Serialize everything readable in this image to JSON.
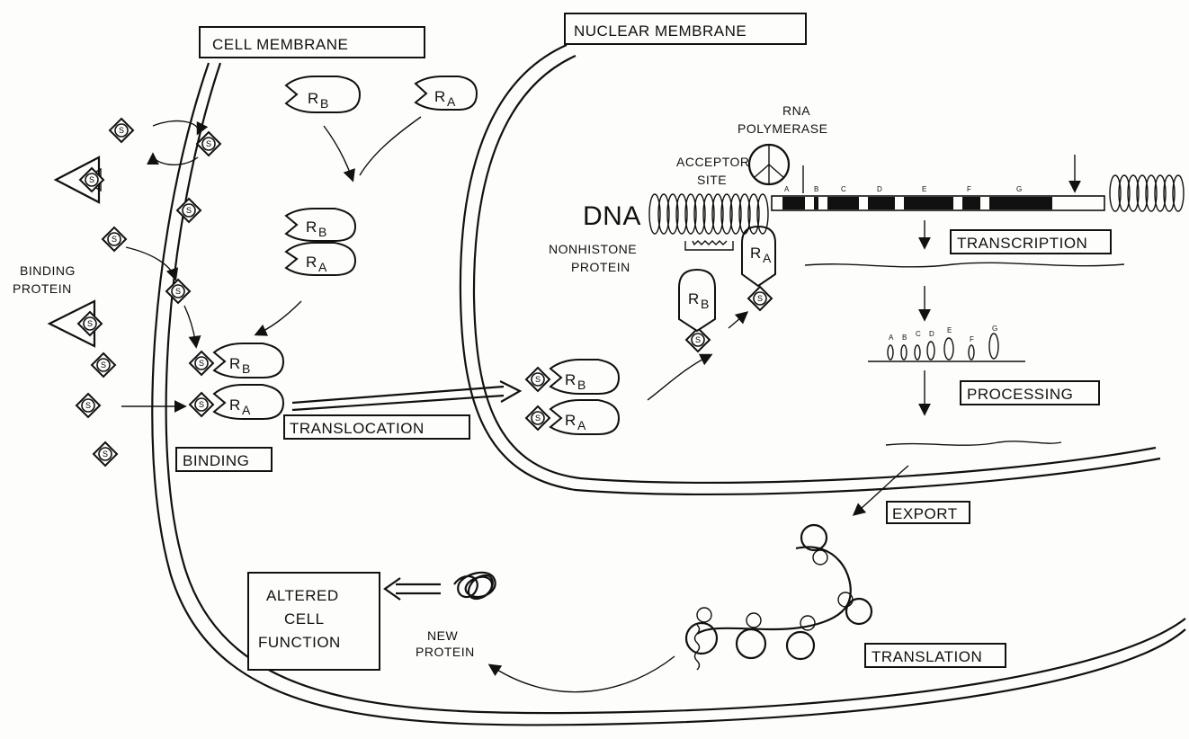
{
  "labels": {
    "cell_membrane": "CELL MEMBRANE",
    "nuclear_membrane": "NUCLEAR MEMBRANE",
    "binding_protein_1": "BINDING",
    "binding_protein_2": "PROTEIN",
    "binding": "BINDING",
    "translocation": "TRANSLOCATION",
    "rna_1": "RNA",
    "rna_2": "POLYMERASE",
    "acceptor_1": "ACCEPTOR",
    "acceptor_2": "SITE",
    "dna": "DNA",
    "nonhistone_1": "NONHISTONE",
    "nonhistone_2": "PROTEIN",
    "transcription": "TRANSCRIPTION",
    "processing": "PROCESSING",
    "export": "EXPORT",
    "translation": "TRANSLATION",
    "altered_1": "ALTERED",
    "altered_2": "CELL",
    "altered_3": "FUNCTION",
    "new_protein_1": "NEW",
    "new_protein_2": "PROTEIN"
  },
  "symbols": {
    "steroid": "S",
    "receptor_b": "R",
    "receptor_b_sub": "B",
    "receptor_a": "R",
    "receptor_a_sub": "A"
  },
  "gene_segments": [
    "A",
    "B",
    "C",
    "D",
    "E",
    "F",
    "G"
  ],
  "exon_letters": [
    "A",
    "B",
    "C",
    "D",
    "E",
    "F",
    "G"
  ]
}
